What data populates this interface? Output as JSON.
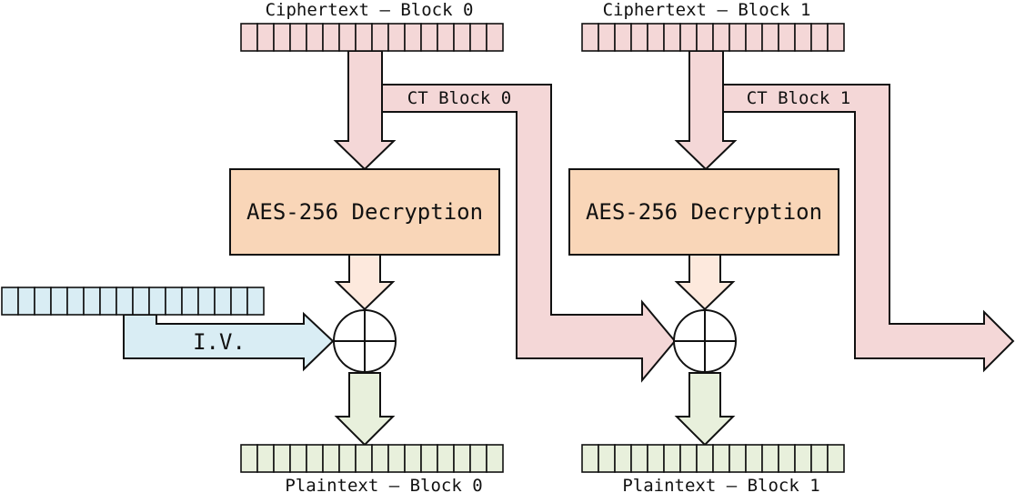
{
  "labels": {
    "ciphertext_block_0": "Ciphertext – Block 0",
    "ciphertext_block_1": "Ciphertext – Block 1",
    "ct_block_0": "CT Block 0",
    "ct_block_1": "CT Block 1",
    "aes_box_0": "AES-256 Decryption",
    "aes_box_1": "AES-256 Decryption",
    "iv": "I.V.",
    "plaintext_block_0": "Plaintext – Block 0",
    "plaintext_block_1": "Plaintext – Block 1"
  },
  "colors": {
    "ciphertext": "#f4d7d7",
    "iv": "#d9edf4",
    "plaintext": "#e8f0dc",
    "aes_box": "#f9d6b8",
    "aes_output": "#fde9dd",
    "outline": "#111111"
  }
}
